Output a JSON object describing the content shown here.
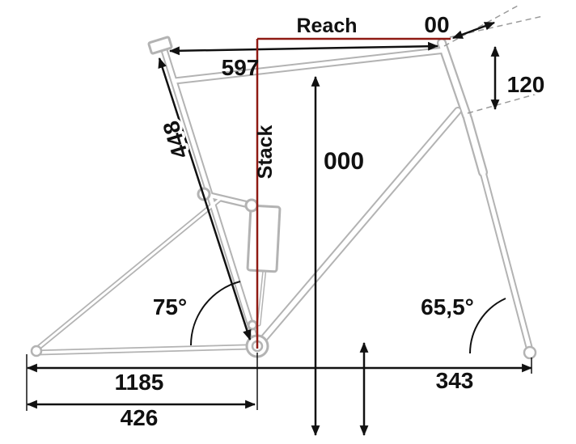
{
  "labels": {
    "reach": "Reach",
    "stack": "Stack"
  },
  "dimensions": {
    "top_tube": "597",
    "head_top_offset": "00",
    "head_tube": "120",
    "seat_tube": "448",
    "stack_value": "000",
    "seat_tube_angle": "75°",
    "head_tube_angle": "65,5°",
    "wheelbase": "1185",
    "chainstay": "426",
    "bb_height": "343"
  },
  "colors": {
    "accent_red": "#8f1a13",
    "frame_gray": "#b3b3b3",
    "dashed_gray": "#9a9a9a",
    "dimension_black": "#111111"
  }
}
